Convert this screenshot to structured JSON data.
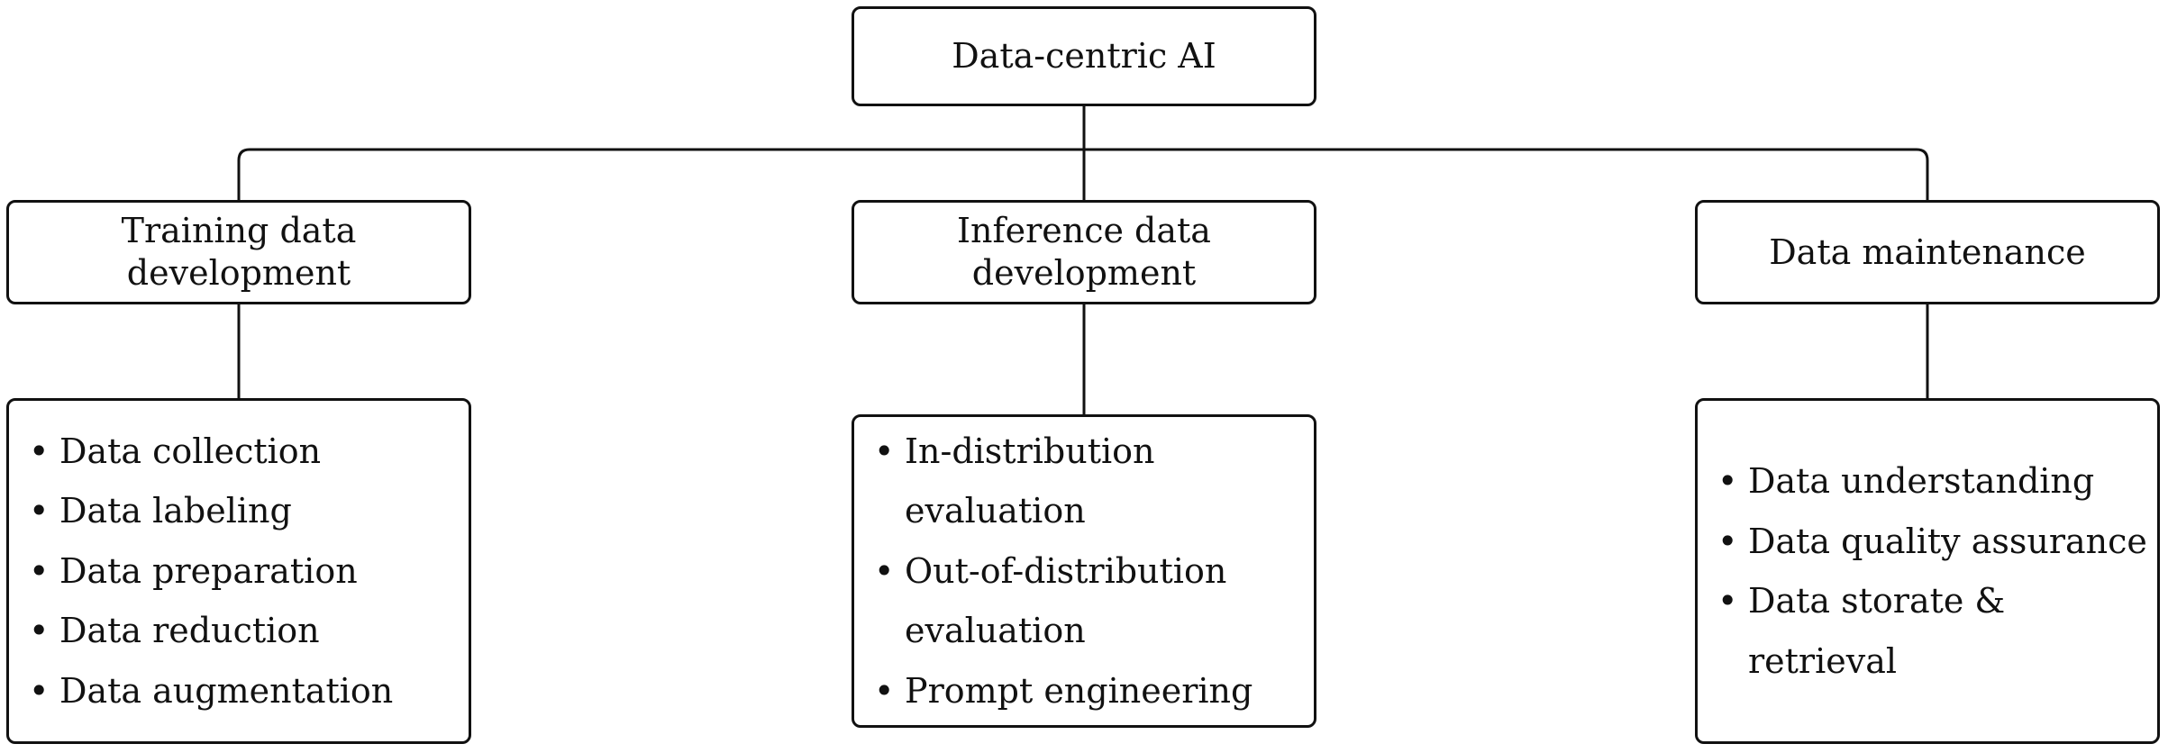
{
  "root": {
    "label": "Data-centric AI"
  },
  "categories": [
    {
      "label": "Training data development",
      "items": [
        "Data collection",
        "Data labeling",
        "Data preparation",
        "Data reduction",
        "Data augmentation"
      ]
    },
    {
      "label": "Inference data development",
      "items": [
        "In-distribution evaluation",
        "Out-of-distribution evaluation",
        "Prompt engineering"
      ]
    },
    {
      "label": "Data maintenance",
      "items": [
        "Data understanding",
        "Data quality assurance",
        "Data storate & retrieval"
      ]
    }
  ],
  "colors": {
    "line": "#111111",
    "box_border": "#111111",
    "background": "#ffffff"
  }
}
